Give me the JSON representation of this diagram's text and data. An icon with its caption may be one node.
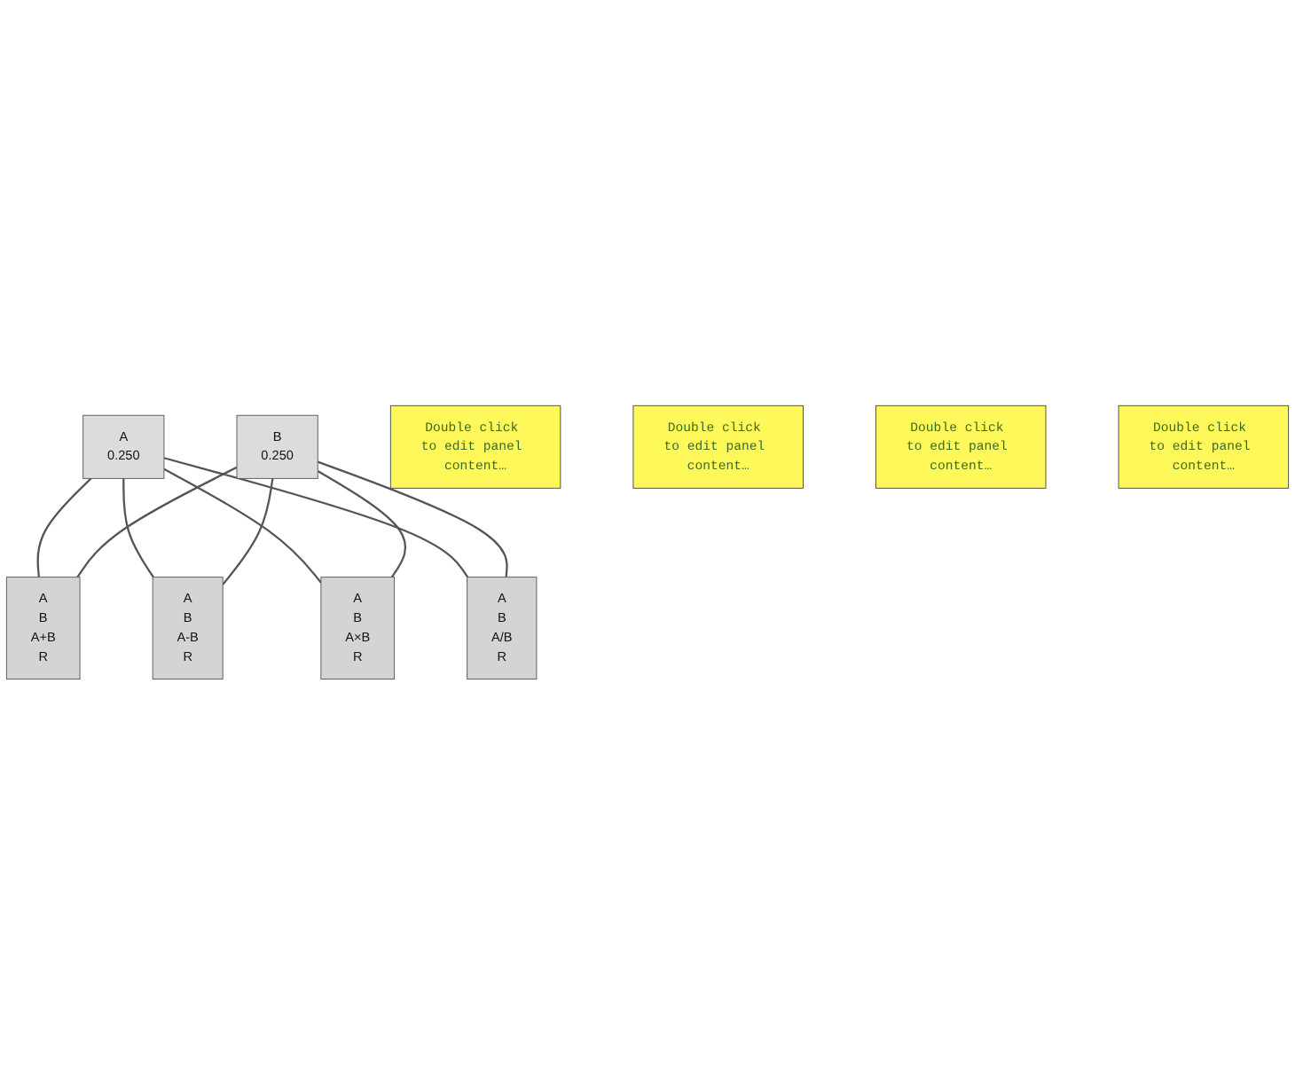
{
  "diagram": {
    "nodes": [
      {
        "text": [
          "A",
          "0.250"
        ]
      },
      {
        "text": [
          "B",
          "0.250"
        ]
      },
      {
        "text": [
          "A",
          "B",
          "A+B",
          "R"
        ]
      },
      {
        "text": [
          "A",
          "B",
          "A-B",
          "R"
        ]
      },
      {
        "text": [
          "A",
          "B",
          "A×B",
          "R"
        ]
      },
      {
        "text": [
          "A",
          "B",
          "A/B",
          "R"
        ]
      },
      {
        "text": [
          "Double click to edit panel content…"
        ]
      },
      {
        "text": [
          "Double click to edit panel content…"
        ]
      },
      {
        "text": [
          "Double click to edit panel content…"
        ]
      },
      {
        "text": [
          "Double click to edit panel content…"
        ]
      }
    ],
    "edges": [
      {
        "from": 0,
        "to": 2,
        "arrow": "none"
      },
      {
        "from": 1,
        "to": 2,
        "arrow": "none"
      },
      {
        "from": 0,
        "to": 3,
        "arrow": "none"
      },
      {
        "from": 1,
        "to": 3,
        "arrow": "none"
      },
      {
        "from": 0,
        "to": 4,
        "arrow": "none"
      },
      {
        "from": 1,
        "to": 4,
        "arrow": "none"
      },
      {
        "from": 0,
        "to": 5,
        "arrow": "none"
      },
      {
        "from": 1,
        "to": 5,
        "arrow": "none"
      }
    ]
  }
}
